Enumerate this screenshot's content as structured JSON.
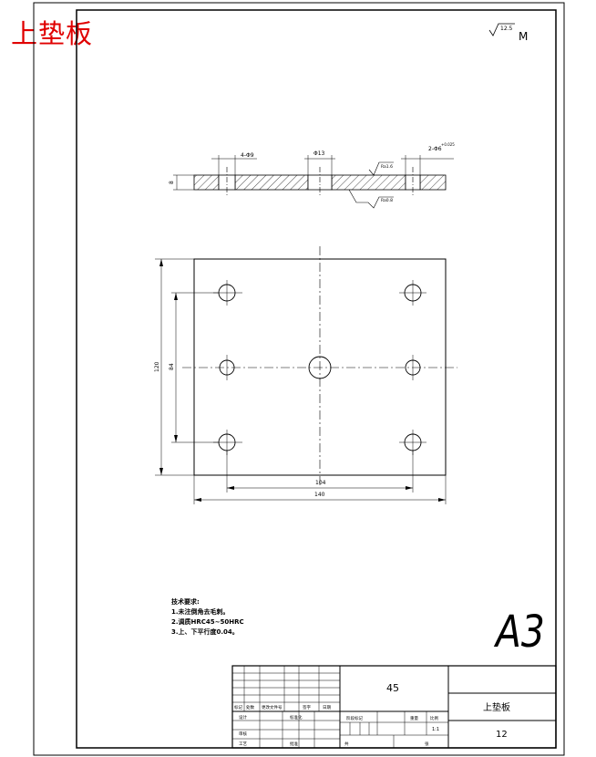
{
  "title": "上垫板",
  "roughness_top": {
    "value": "12.5",
    "mark": "M"
  },
  "section_labels": {
    "holes_left": "4-Φ9",
    "hole_center": "Φ13",
    "holes_right": "2-Φ6",
    "holes_right_tol": "+0.025",
    "thickness": "8",
    "roughness_a": "Ra1.6",
    "roughness_b": "Ra0.8"
  },
  "plan_dims": {
    "height_outer": "120",
    "height_inner": "84",
    "width_inner": "104",
    "width_outer": "140"
  },
  "tech_notes": {
    "heading": "技术要求:",
    "items": [
      "1.未注倒角去毛刺。",
      "2.调质HRC45~50HRC",
      "3.上、下平行度0.04。"
    ]
  },
  "sheet_size": "A3",
  "title_block": {
    "material": "45",
    "part_name": "上垫板",
    "drawing_no": "12",
    "scale": "1:1",
    "labels": {
      "mark": "标记",
      "count": "处数",
      "file_no": "更改文件号",
      "signature": "签字",
      "date": "日期",
      "designer": "设计",
      "standardize": "标准化",
      "review": "审核",
      "process": "工艺",
      "approve": "批准",
      "stage_mark": "阶段标记",
      "weight": "重量",
      "ratio": "比例",
      "total": "共",
      "sheet": "张"
    }
  }
}
